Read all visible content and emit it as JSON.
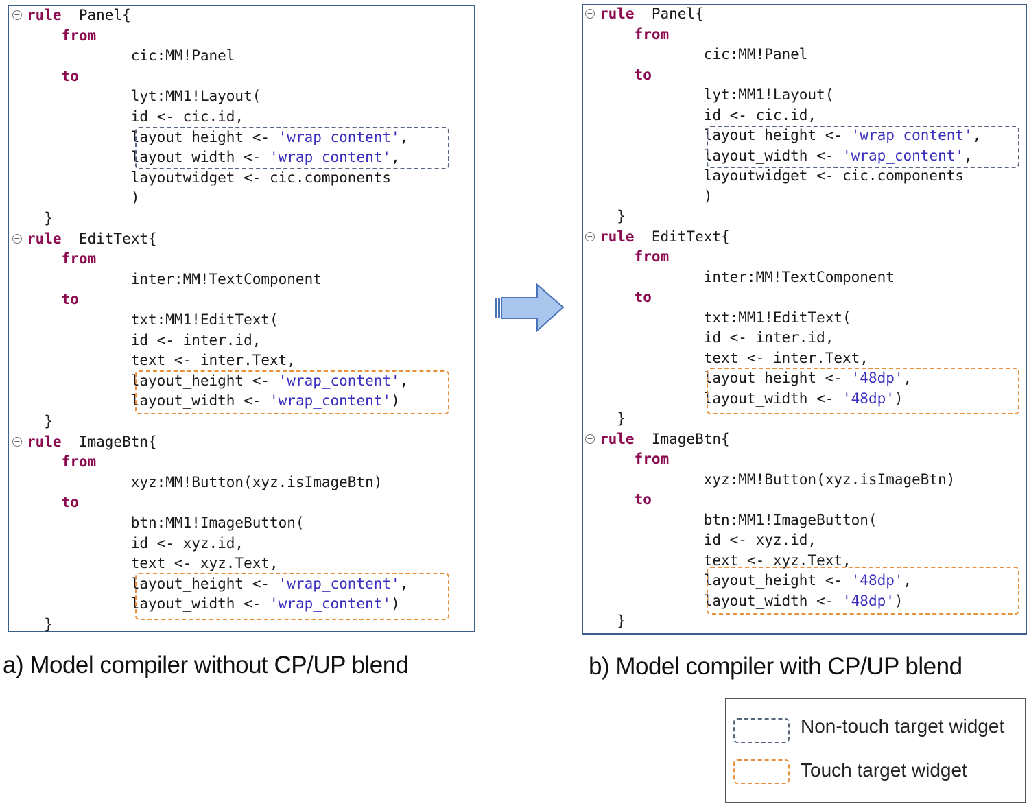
{
  "panel_a": {
    "caption": "a) Model compiler without CP/UP blend",
    "lines": [
      [
        [
          "kw",
          "rule"
        ],
        [
          "",
          "  Panel{"
        ]
      ],
      [
        [
          "",
          "    "
        ],
        [
          "kw",
          "from"
        ]
      ],
      [
        [
          "",
          "            cic:MM!Panel"
        ]
      ],
      [
        [
          "",
          "    "
        ],
        [
          "kw",
          "to"
        ]
      ],
      [
        [
          "",
          "            lyt:MM1!Layout("
        ]
      ],
      [
        [
          "",
          "            id <- cic.id,"
        ]
      ],
      [
        [
          "",
          "            layout_height <- "
        ],
        [
          "str",
          "'wrap_content'"
        ],
        [
          "",
          ","
        ]
      ],
      [
        [
          "",
          "            layout_width <- "
        ],
        [
          "str",
          "'wrap_content'"
        ],
        [
          "",
          ","
        ]
      ],
      [
        [
          "",
          "            layoutwidget <- cic.components"
        ]
      ],
      [
        [
          "",
          "            )"
        ]
      ],
      [
        [
          "",
          "  }"
        ]
      ],
      [
        [
          "kw",
          "rule"
        ],
        [
          "",
          "  EditText{"
        ]
      ],
      [
        [
          "",
          "    "
        ],
        [
          "kw",
          "from"
        ]
      ],
      [
        [
          "",
          "            inter:MM!TextComponent"
        ]
      ],
      [
        [
          "",
          "    "
        ],
        [
          "kw",
          "to"
        ]
      ],
      [
        [
          "",
          "            txt:MM1!EditText("
        ]
      ],
      [
        [
          "",
          "            id <- inter.id,"
        ]
      ],
      [
        [
          "",
          "            text <- inter.Text,"
        ]
      ],
      [
        [
          "",
          "            layout_height <- "
        ],
        [
          "str",
          "'wrap_content'"
        ],
        [
          "",
          ","
        ]
      ],
      [
        [
          "",
          "            layout_width <- "
        ],
        [
          "str",
          "'wrap_content'"
        ],
        [
          "",
          ")"
        ]
      ],
      [
        [
          "",
          "  }"
        ]
      ],
      [
        [
          "kw",
          "rule"
        ],
        [
          "",
          "  ImageBtn{"
        ]
      ],
      [
        [
          "",
          "    "
        ],
        [
          "kw",
          "from"
        ]
      ],
      [
        [
          "",
          "            xyz:MM!Button(xyz.isImageBtn)"
        ]
      ],
      [
        [
          "",
          "    "
        ],
        [
          "kw",
          "to"
        ]
      ],
      [
        [
          "",
          "            btn:MM1!ImageButton("
        ]
      ],
      [
        [
          "",
          "            id <- xyz.id,"
        ]
      ],
      [
        [
          "",
          "            text <- xyz.Text,"
        ]
      ],
      [
        [
          "",
          "            layout_height <- "
        ],
        [
          "str",
          "'wrap_content'"
        ],
        [
          "",
          ","
        ]
      ],
      [
        [
          "",
          "            layout_width <- "
        ],
        [
          "str",
          "'wrap_content'"
        ],
        [
          "",
          ")"
        ]
      ],
      [
        [
          "",
          "  }"
        ]
      ]
    ]
  },
  "panel_b": {
    "caption": "b) Model compiler with CP/UP blend",
    "lines": [
      [
        [
          "kw",
          "rule"
        ],
        [
          "",
          "  Panel{"
        ]
      ],
      [
        [
          "",
          "    "
        ],
        [
          "kw",
          "from"
        ]
      ],
      [
        [
          "",
          "            cic:MM!Panel"
        ]
      ],
      [
        [
          "",
          "    "
        ],
        [
          "kw",
          "to"
        ]
      ],
      [
        [
          "",
          "            lyt:MM1!Layout("
        ]
      ],
      [
        [
          "",
          "            id <- cic.id,"
        ]
      ],
      [
        [
          "",
          "            layout_height <- "
        ],
        [
          "str",
          "'wrap_content'"
        ],
        [
          "",
          ","
        ]
      ],
      [
        [
          "",
          "            layout_width <- "
        ],
        [
          "str",
          "'wrap_content'"
        ],
        [
          "",
          ","
        ]
      ],
      [
        [
          "",
          "            layoutwidget <- cic.components"
        ]
      ],
      [
        [
          "",
          "            )"
        ]
      ],
      [
        [
          "",
          "  }"
        ]
      ],
      [
        [
          "kw",
          "rule"
        ],
        [
          "",
          "  EditText{"
        ]
      ],
      [
        [
          "",
          "    "
        ],
        [
          "kw",
          "from"
        ]
      ],
      [
        [
          "",
          "            inter:MM!TextComponent"
        ]
      ],
      [
        [
          "",
          "    "
        ],
        [
          "kw",
          "to"
        ]
      ],
      [
        [
          "",
          "            txt:MM1!EditText("
        ]
      ],
      [
        [
          "",
          "            id <- inter.id,"
        ]
      ],
      [
        [
          "",
          "            text <- inter.Text,"
        ]
      ],
      [
        [
          "",
          "            layout_height <- "
        ],
        [
          "str",
          "'48dp'"
        ],
        [
          "",
          ","
        ]
      ],
      [
        [
          "",
          "            layout_width <- "
        ],
        [
          "str",
          "'48dp'"
        ],
        [
          "",
          ")"
        ]
      ],
      [
        [
          "",
          "  }"
        ]
      ],
      [
        [
          "kw",
          "rule"
        ],
        [
          "",
          "  ImageBtn{"
        ]
      ],
      [
        [
          "",
          "    "
        ],
        [
          "kw",
          "from"
        ]
      ],
      [
        [
          "",
          "            xyz:MM!Button(xyz.isImageBtn)"
        ]
      ],
      [
        [
          "",
          "    "
        ],
        [
          "kw",
          "to"
        ]
      ],
      [
        [
          "",
          "            btn:MM1!ImageButton("
        ]
      ],
      [
        [
          "",
          "            id <- xyz.id,"
        ]
      ],
      [
        [
          "",
          "            text <- xyz.Text,"
        ]
      ],
      [
        [
          "",
          "            layout_height <- "
        ],
        [
          "str",
          "'48dp'"
        ],
        [
          "",
          ","
        ]
      ],
      [
        [
          "",
          "            layout_width <- "
        ],
        [
          "str",
          "'48dp'"
        ],
        [
          "",
          ")"
        ]
      ],
      [
        [
          "",
          "  }"
        ]
      ]
    ]
  },
  "legend": {
    "non_touch_label": "Non-touch target widget",
    "touch_label": "Touch target widget"
  },
  "colors": {
    "keyword": "#8b0a50",
    "string": "#3a2fbf",
    "non_touch_border": "#55667d",
    "touch_border": "#e8913a",
    "arrow_fill": "#a9c6ec",
    "panel_border": "#3b5f8a"
  },
  "icons": {
    "fold": "collapse-minus-icon",
    "arrow": "right-arrow-icon"
  }
}
